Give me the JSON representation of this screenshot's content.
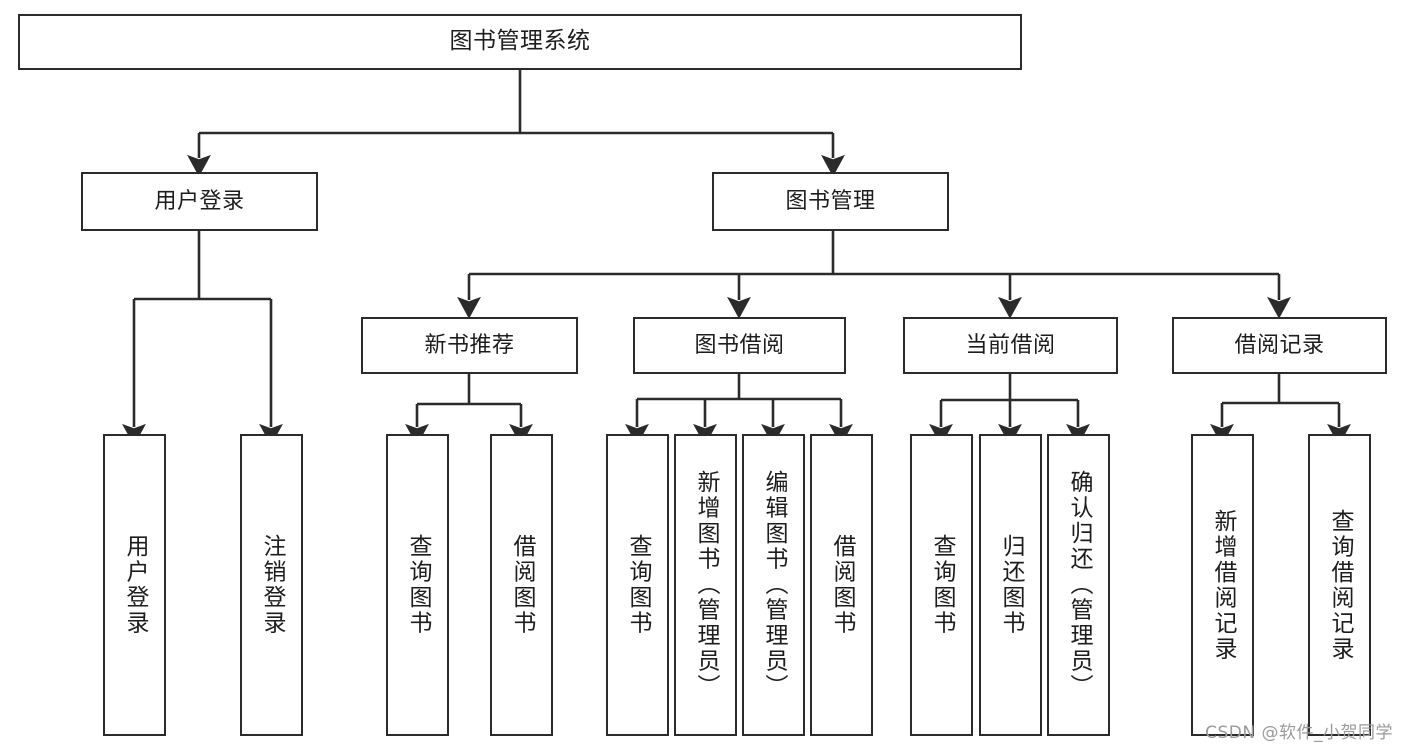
{
  "diagram": {
    "title": "图书管理系统",
    "type": "tree-hierarchy",
    "watermark": "CSDN @软件_小贺同学",
    "colors": {
      "box_border": "#2b2b2b",
      "box_fill": "#ffffff",
      "text": "#1d1d1d",
      "edge": "#2b2b2b",
      "watermark": "#9a9a9a"
    },
    "nodes": {
      "root": {
        "label": "图书管理系统"
      },
      "level1": [
        {
          "id": "user-login",
          "label": "用户登录"
        },
        {
          "id": "book-manage",
          "label": "图书管理"
        }
      ],
      "level2": [
        {
          "id": "new-book-recommend",
          "label": "新书推荐"
        },
        {
          "id": "book-borrow",
          "label": "图书借阅"
        },
        {
          "id": "current-borrow",
          "label": "当前借阅"
        },
        {
          "id": "borrow-record",
          "label": "借阅记录"
        }
      ],
      "leaves": {
        "user-login": [
          {
            "id": "leaf-user-login",
            "label": "用户登录"
          },
          {
            "id": "leaf-logout-login",
            "label": "注销登录"
          }
        ],
        "new-book-recommend": [
          {
            "id": "leaf-query-book-1",
            "label": "查询图书"
          },
          {
            "id": "leaf-borrow-book-1",
            "label": "借阅图书"
          }
        ],
        "book-borrow": [
          {
            "id": "leaf-query-book-2",
            "label": "查询图书"
          },
          {
            "id": "leaf-add-book",
            "label": "新增图书（管理员）"
          },
          {
            "id": "leaf-edit-book",
            "label": "编辑图书（管理员）"
          },
          {
            "id": "leaf-borrow-book-2",
            "label": "借阅图书"
          }
        ],
        "current-borrow": [
          {
            "id": "leaf-query-book-3",
            "label": "查询图书"
          },
          {
            "id": "leaf-return-book",
            "label": "归还图书"
          },
          {
            "id": "leaf-confirm-return",
            "label": "确认归还（管理员）"
          }
        ],
        "borrow-record": [
          {
            "id": "leaf-add-record",
            "label": "新增借阅记录"
          },
          {
            "id": "leaf-query-record",
            "label": "查询借阅记录"
          }
        ]
      }
    }
  }
}
